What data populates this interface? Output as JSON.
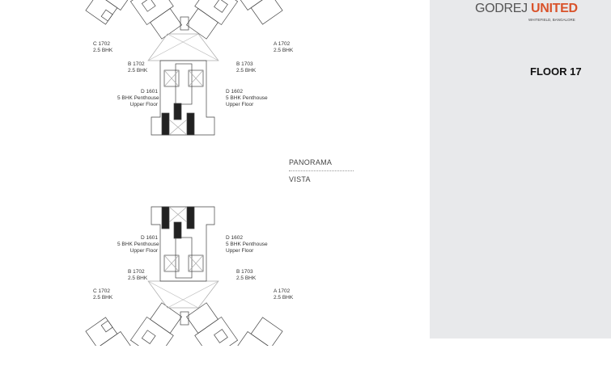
{
  "brand": {
    "name_part1": "GODREJ",
    "name_part2": "UNITED",
    "location": "WHITEFIELD, BANGALORE",
    "accent_color": "#d9532b"
  },
  "floor_title": "FLOOR 17",
  "towers": [
    "PANORAMA",
    "VISTA"
  ],
  "top_plan": {
    "units": [
      {
        "code": "C 1702",
        "type": "2.5 BHK"
      },
      {
        "code": "A 1702",
        "type": "2.5 BHK"
      },
      {
        "code": "B 1702",
        "type": "2.5 BHK"
      },
      {
        "code": "B 1703",
        "type": "2.5 BHK"
      },
      {
        "code": "D 1601",
        "type": "5 BHK Penthouse",
        "note": "Upper Floor"
      },
      {
        "code": "D 1602",
        "type": "5 BHK Penthouse",
        "note": "Upper Floor"
      }
    ]
  },
  "bottom_plan": {
    "units": [
      {
        "code": "D 1601",
        "type": "5 BHK Penthouse",
        "note": "Upper Floor"
      },
      {
        "code": "D 1602",
        "type": "5 BHK Penthouse",
        "note": "Upper Floor"
      },
      {
        "code": "B 1702",
        "type": "2.5 BHK"
      },
      {
        "code": "B 1703",
        "type": "2.5 BHK"
      },
      {
        "code": "C 1702",
        "type": "2.5 BHK"
      },
      {
        "code": "A 1702",
        "type": "2.5 BHK"
      }
    ]
  }
}
